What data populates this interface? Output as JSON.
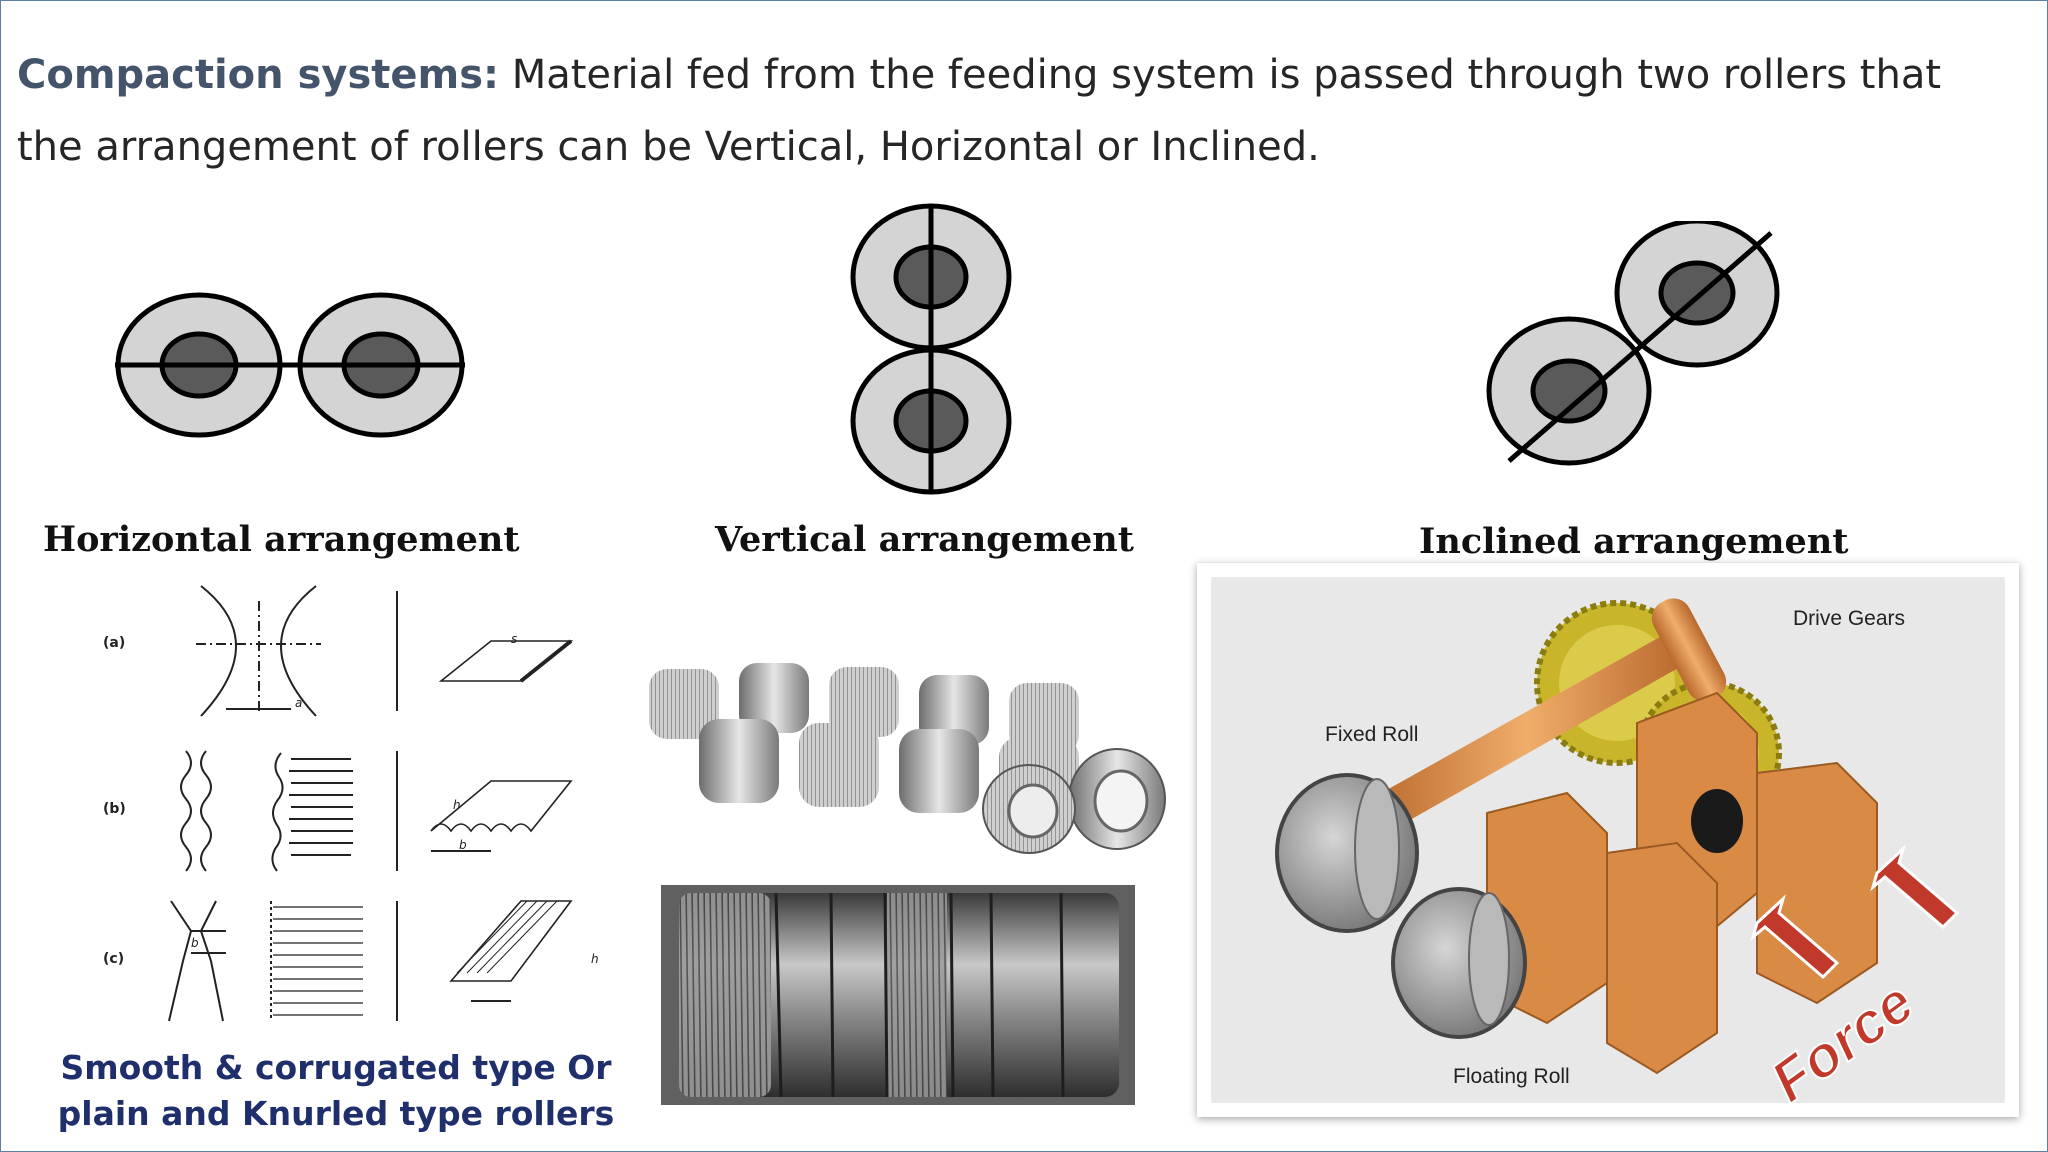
{
  "heading": {
    "lead": "Compaction systems:",
    "body": "Material fed from the feeding system is passed through two rollers that the arrangement of rollers can be Vertical, Horizontal or Inclined."
  },
  "arrangements": {
    "horizontal": "Horizontal arrangement",
    "vertical": "Vertical arrangement",
    "inclined": "Inclined arrangement"
  },
  "surface_figure": {
    "row_labels": [
      "(a)",
      "(b)",
      "(c)"
    ],
    "dim_labels": {
      "a": "a",
      "s": "s",
      "h_b": "h",
      "b_b": "b",
      "b_c": "b",
      "h_c": "h"
    }
  },
  "caption": {
    "line1": "Smooth & corrugated type Or",
    "line2": "plain and Knurled type rollers"
  },
  "roll_assembly": {
    "drive_gears": "Drive Gears",
    "fixed_roll": "Fixed Roll",
    "floating_roll": "Floating Roll",
    "force": "Force"
  },
  "colors": {
    "heading_lead": "#44546a",
    "caption": "#1f2f6b",
    "roller_outer": "#d4d4d4",
    "roller_core": "#5a5a5a",
    "copper": "#d98a45",
    "gear": "#c9b52a",
    "force_red": "#c0392b"
  }
}
